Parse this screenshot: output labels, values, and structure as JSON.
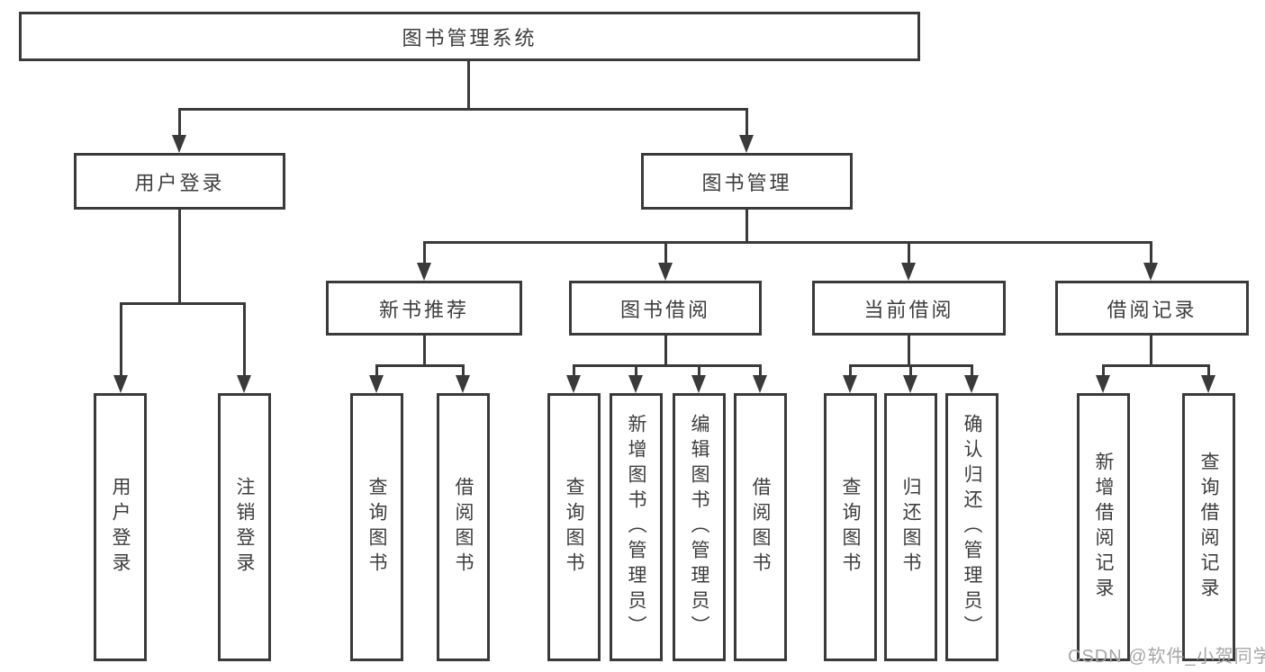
{
  "colors": {
    "line": "#3a3a3a",
    "text": "#3d3d3d",
    "watermark": "#a6a6a6",
    "background": "#ffffff"
  },
  "tree": {
    "root": {
      "label": "图书管理系统",
      "children": [
        {
          "label": "用户登录",
          "children": [
            {
              "label": "用户登录"
            },
            {
              "label": "注销登录"
            }
          ]
        },
        {
          "label": "图书管理",
          "children": [
            {
              "label": "新书推荐",
              "children": [
                {
                  "label": "查询图书"
                },
                {
                  "label": "借阅图书"
                }
              ]
            },
            {
              "label": "图书借阅",
              "children": [
                {
                  "label": "查询图书"
                },
                {
                  "label": "新增图书（管理员）"
                },
                {
                  "label": "编辑图书（管理员）"
                },
                {
                  "label": "借阅图书"
                }
              ]
            },
            {
              "label": "当前借阅",
              "children": [
                {
                  "label": "查询图书"
                },
                {
                  "label": "归还图书"
                },
                {
                  "label": "确认归还（管理员）"
                }
              ]
            },
            {
              "label": "借阅记录",
              "children": [
                {
                  "label": "新增借阅记录"
                },
                {
                  "label": "查询借阅记录"
                }
              ]
            }
          ]
        }
      ]
    }
  },
  "watermark": {
    "text": "CSDN @软件_小贺同学"
  }
}
